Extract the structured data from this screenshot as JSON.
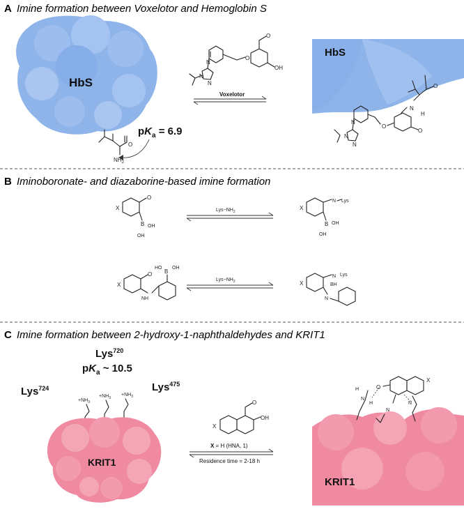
{
  "sections": {
    "a": {
      "letter": "A",
      "title": "Imine formation between Voxelotor and Hemoglobin S"
    },
    "b": {
      "letter": "B",
      "title": "Iminoboronate- and diazaborine-based imine formation"
    },
    "c": {
      "letter": "C",
      "title": "Imine formation between 2-hydroxy-1-naphthaldehydes and KRIT1"
    }
  },
  "panel_a": {
    "protein_left": "HbS",
    "protein_right": "HbS",
    "reagent": "Voxelotor",
    "pka_prefix": "p",
    "pka_k": "K",
    "pka_sub": "a",
    "pka_value": " = 6.9",
    "amine": "NH",
    "amine_sub": "2"
  },
  "panel_b": {
    "reagent_1": "Lys−NH",
    "reagent_2": "Lys−NH",
    "reagent_sub": "2",
    "lys": "Lys",
    "x": "X",
    "b": "B",
    "oh": "OH",
    "n": "N",
    "nh": "NH",
    "bh": "BH",
    "ho": "HO"
  },
  "panel_c": {
    "lys720": "Lys",
    "lys720_sup": "720",
    "pka_prefix": "p",
    "pka_k": "K",
    "pka_sub": "a",
    "pka_value": " ~ 10.5",
    "lys724": "Lys",
    "lys724_sup": "724",
    "lys475": "Lys",
    "lys475_sup": "475",
    "nh3": "NH",
    "nh3_sub": "3",
    "protein_left": "KRIT1",
    "protein_right": "KRIT1",
    "x_condition_bold": "X",
    "x_condition": " = H (HNA, 1)",
    "residence": "Residence time = 2-18 h",
    "oh": "OH",
    "x": "X"
  },
  "colors": {
    "hbs_blue": "#8fb4ea",
    "hbs_blue_light": "#a9c6f0",
    "krit_pink": "#ef8aa0",
    "krit_pink_light": "#f4a6b7",
    "divider": "#555555"
  }
}
